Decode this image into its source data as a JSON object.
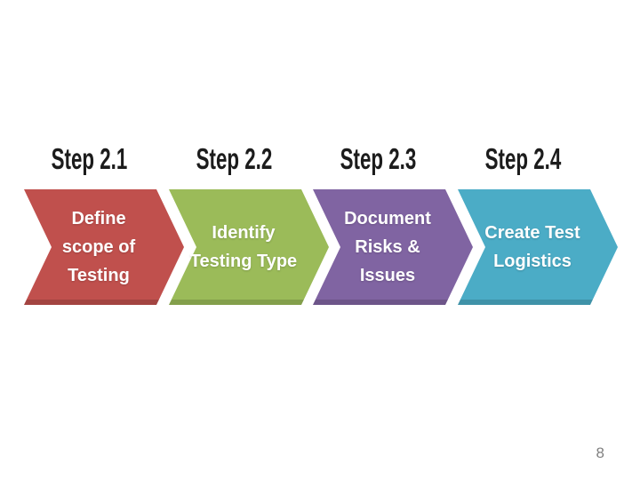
{
  "slide": {
    "background_color": "#ffffff",
    "page_number": "8"
  },
  "process": {
    "type": "chevron-flow",
    "steps": [
      {
        "label": "Step 2.1",
        "lines": [
          "Define",
          "scope of",
          "Testing"
        ],
        "color": "#C0504D"
      },
      {
        "label": "Step 2.2",
        "lines": [
          "Identify",
          "Testing Type"
        ],
        "color": "#9BBB59"
      },
      {
        "label": "Step 2.3",
        "lines": [
          "Document",
          "Risks &",
          "Issues"
        ],
        "color": "#8064A2"
      },
      {
        "label": "Step 2.4",
        "lines": [
          "Create Test",
          "Logistics"
        ],
        "color": "#4BACC6"
      }
    ],
    "text_color": "#ffffff",
    "label_color": "#1c1c1c"
  }
}
